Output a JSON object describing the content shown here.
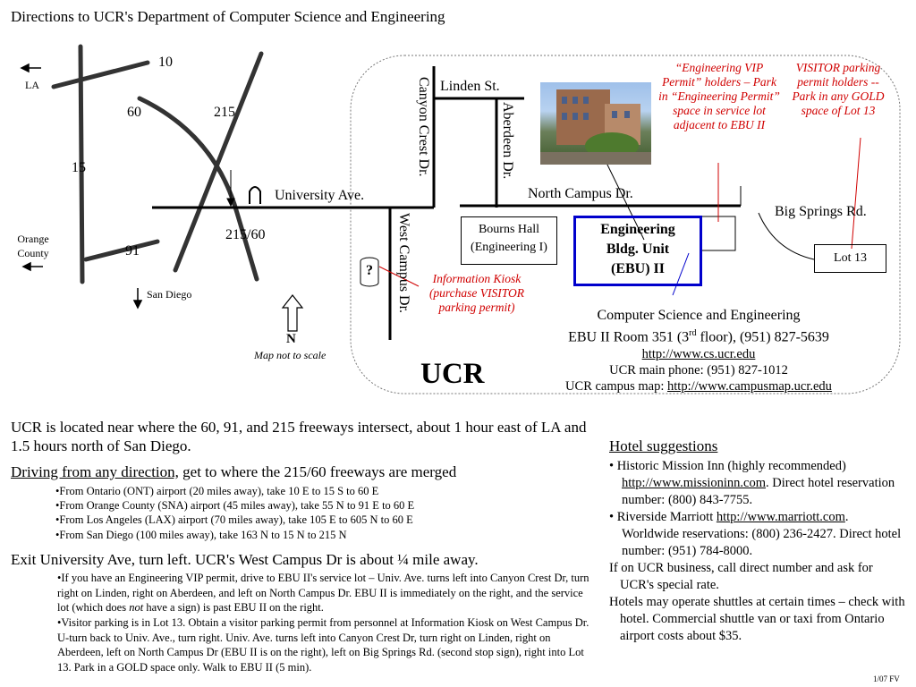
{
  "title": "Directions to UCR's Department of Computer Science and Engineering",
  "map": {
    "freeways": {
      "f10": "10",
      "f60": "60",
      "f215": "215",
      "f15": "15",
      "f91": "91",
      "f215_60": "215/60"
    },
    "places": {
      "la": "LA",
      "orange_county": "Orange County",
      "san_diego": "San Diego"
    },
    "streets": {
      "university": "University Ave.",
      "canyon_crest": "Canyon Crest Dr.",
      "linden": "Linden St.",
      "aberdeen": "Aberdeen Dr.",
      "north_campus": "North Campus Dr.",
      "big_springs": "Big Springs Rd.",
      "west_campus": "West Campus Dr."
    },
    "buildings": {
      "bourns": "Bourns Hall (Engineering I)",
      "ebu_line1": "Engineering",
      "ebu_line2": "Bldg. Unit",
      "ebu_line3": "(EBU) II",
      "lot13": "Lot 13",
      "ucr": "UCR"
    },
    "notes": {
      "vip": "“Engineering VIP Permit” holders – Park in “Engineering Permit” space in service lot adjacent to EBU II",
      "visitor": "VISITOR parking permit holders -- Park in any GOLD space of Lot 13",
      "kiosk": "Information Kiosk (purchase VISITOR parking permit)"
    },
    "north": "N",
    "scale_note": "Map not to scale",
    "kiosk_symbol": "?",
    "colors": {
      "ebu_border": "#0000cc",
      "note_red": "#d00000",
      "road": "#333333"
    }
  },
  "contact": {
    "dept": "Computer Science and Engineering",
    "room_pre": "EBU II Room 351 (3",
    "room_sup": "rd",
    "room_post": " floor), (951) 827-5639",
    "url": "http://www.cs.ucr.edu",
    "main_phone": "UCR main phone: (951) 827-1012",
    "campus_map_label": "UCR campus map: ",
    "campus_map_url": "http://www.campusmap.ucr.edu"
  },
  "directions": {
    "intro": "UCR is located near where the 60, 91, and 215 freeways intersect, about 1 hour east of LA and 1.5 hours north of San Diego.",
    "driving_heading": "Driving from any direction,",
    "driving_rest": " get to where the 215/60 freeways are merged",
    "from_items": [
      "•From Ontario (ONT) airport (20 miles away), take 10 E to 15 S to 60 E",
      "•From Orange County (SNA) airport (45 miles away), take 55 N to 91 E to 60 E",
      "•From Los Angeles (LAX) airport (70 miles away), take 105 E to 605 N to 60 E",
      "•From San Diego (100 miles away), take 163 N to 15 N to 215 N"
    ],
    "exit_heading": "Exit University Ave, turn left. UCR's West Campus Dr is about ¼ mile away.",
    "vip_para_1": "•If you have an Engineering VIP permit, drive to EBU II's service lot –  Univ. Ave. turns left into Canyon Crest Dr, turn right on Linden, right on Aberdeen, and left on North Campus Dr.  EBU II is immediately on the right, and the service lot (which does ",
    "vip_para_not": "not",
    "vip_para_2": " have a sign) is past EBU II on the right.",
    "visitor_para": "•Visitor parking is in Lot 13. Obtain a visitor parking permit from personnel at Information Kiosk on West Campus Dr. U-turn back to Univ. Ave., turn right. Univ. Ave. turns left into Canyon Crest Dr, turn right on Linden, right on Aberdeen, left on North Campus Dr (EBU II is on the right), left on Big Springs Rd. (second stop sign),  right into Lot 13. Park in a GOLD space only. Walk to EBU II (5 min)."
  },
  "hotels": {
    "heading": "Hotel suggestions",
    "mission_pre": "Historic Mission Inn (highly recommended) ",
    "mission_url": "http://www.missioninn.com",
    "mission_post": ". Direct hotel reservation number: (800) 843-7755.",
    "marriott_pre": "Riverside Marriott  ",
    "marriott_url": "http://www.marriott.com",
    "marriott_post": ". Worldwide reservations: (800) 236-2427. Direct hotel number: (951) 784-8000.",
    "business": "If on UCR business, call direct number and ask for UCR's special rate.",
    "shuttle": "Hotels may operate shuttles at certain times – check with hotel. Commercial shuttle van or taxi from Ontario airport costs about $35."
  },
  "footer": "1/07 FV"
}
